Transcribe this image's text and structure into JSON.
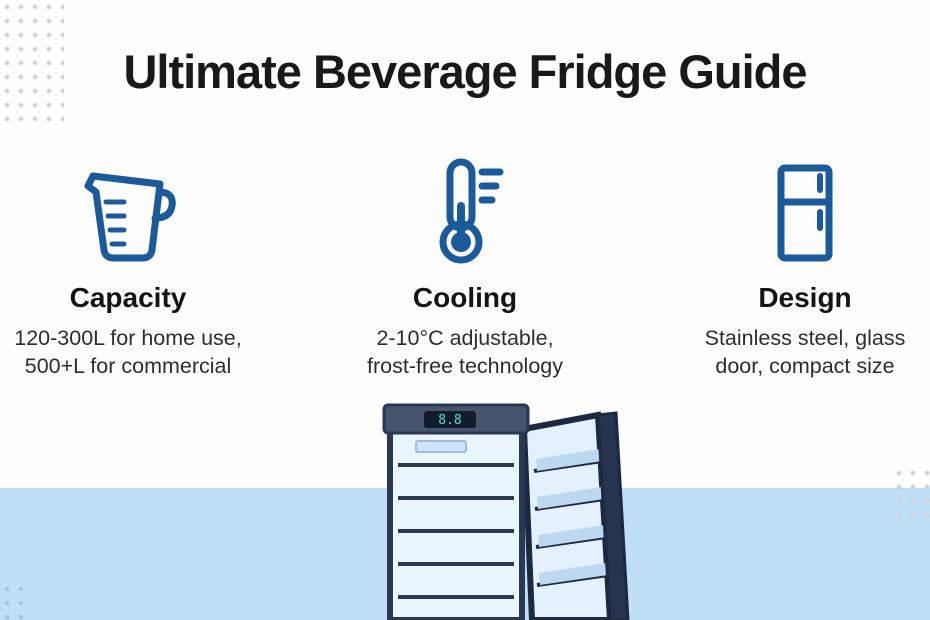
{
  "page": {
    "title": "Ultimate Beverage Fridge Guide"
  },
  "colors": {
    "accent_blue": "#1b5a9b",
    "band_blue": "#bfdff7",
    "fridge_dark": "#2a3850",
    "display_teal": "#49e0d6"
  },
  "columns": [
    {
      "icon": "measuring-cup-icon",
      "heading": "Capacity",
      "line1": "120-300L for home use,",
      "line2": "500+L for commercial"
    },
    {
      "icon": "thermometer-icon",
      "heading": "Cooling",
      "line1": "2-10°C adjustable,",
      "line2": "frost-free technology"
    },
    {
      "icon": "fridge-icon",
      "heading": "Design",
      "line1": "Stainless steel, glass",
      "line2": "door, compact size"
    }
  ],
  "illustration": {
    "name": "beverage-fridge-illustration",
    "display_value": "8.8"
  }
}
